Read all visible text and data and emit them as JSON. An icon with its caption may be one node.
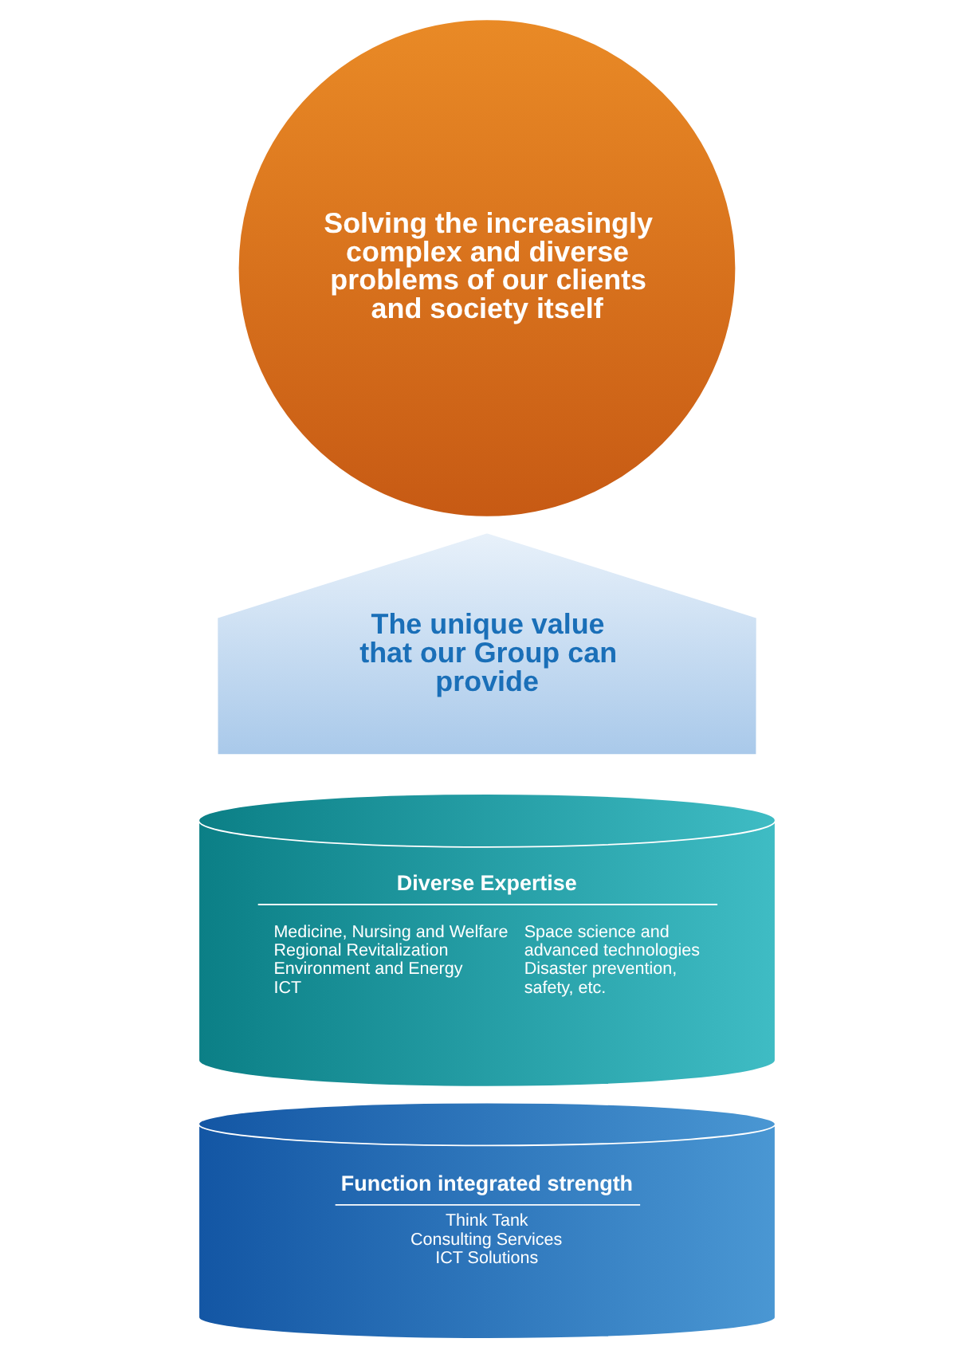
{
  "diagram": {
    "nodes": [
      {
        "text": [
          "Solving the increasingly complex and diverse problems of our clients and society itself"
        ]
      },
      {
        "text": [
          "The unique value that our Group can provide"
        ]
      },
      {
        "text": [
          "Diverse Expertise",
          "Medicine, Nursing and Welfare",
          "Regional Revitalization",
          "Environment and Energy",
          "ICT",
          "Space science and advanced technologies",
          "Disaster prevention, safety, etc."
        ]
      },
      {
        "text": [
          "Function integrated strength",
          "Think Tank",
          "Consulting Services",
          "ICT Solutions"
        ]
      }
    ]
  }
}
